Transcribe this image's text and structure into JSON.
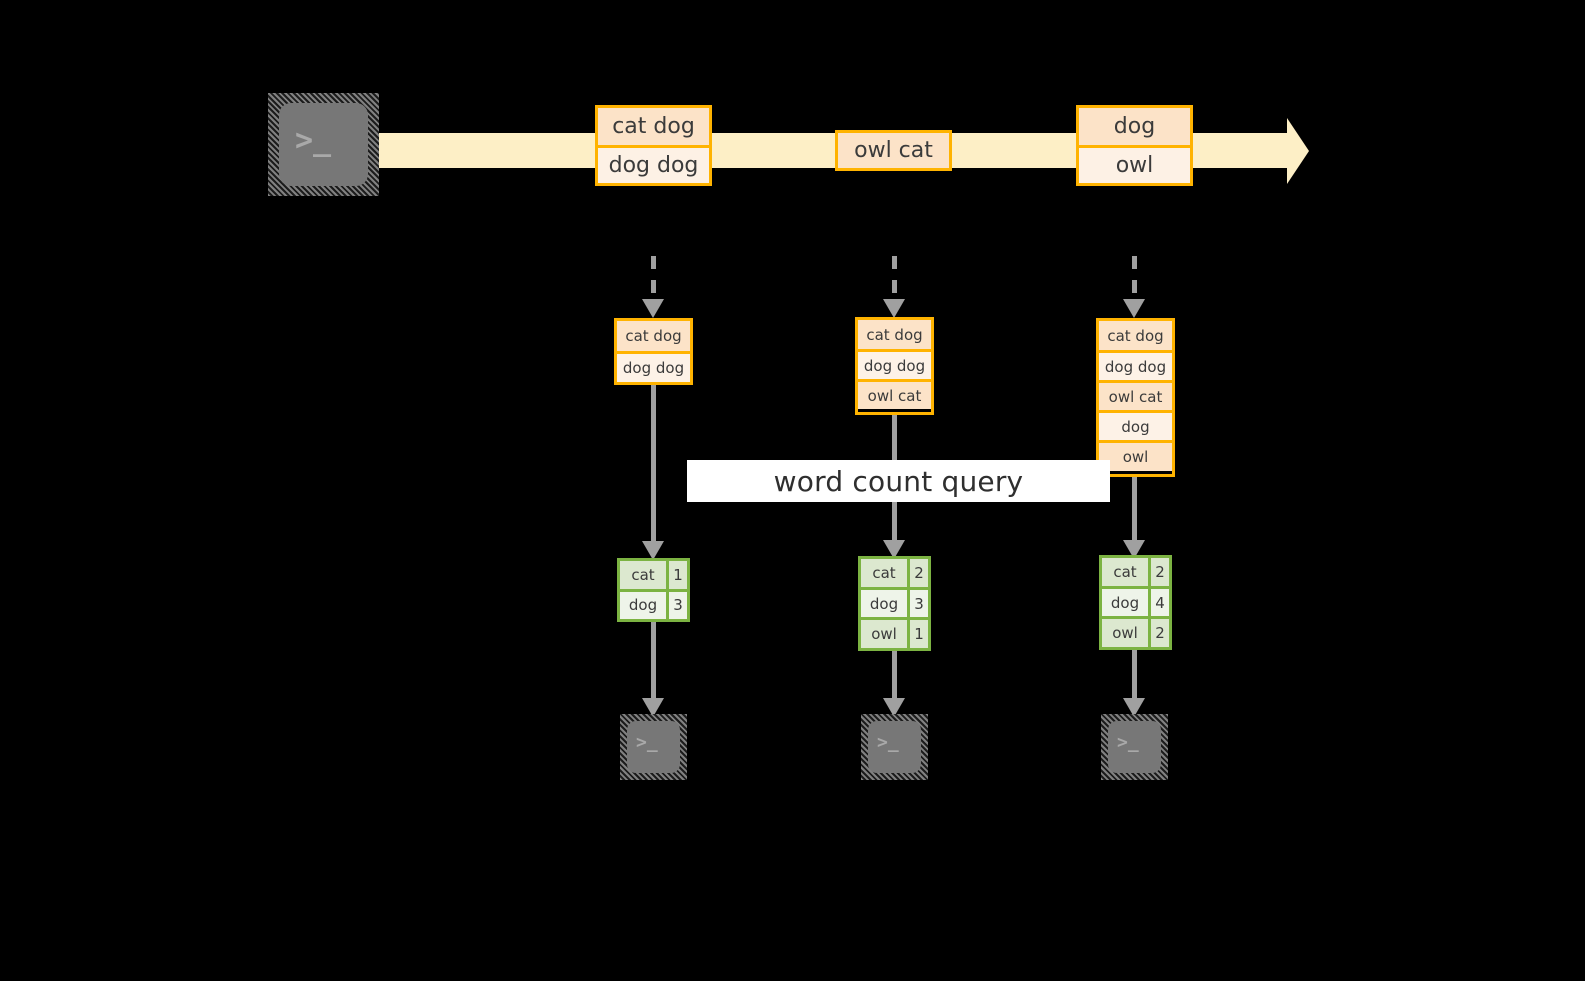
{
  "diagram": {
    "title_label": "word count query",
    "colors": {
      "background": "#000000",
      "stream_band": "#FDEFC6",
      "amber_border": "#FFB300",
      "amber_cell_dark": "#FCE3C8",
      "amber_cell_light": "#FDF1E5",
      "green_border": "#7CB342",
      "green_cell_dark": "#DCE8CF",
      "green_cell_light": "#EEF4E9",
      "arrow_gray": "#A0A0A0",
      "terminal_face": "#777777",
      "label_background": "#FFFFFF"
    }
  },
  "source": {
    "terminal_icon": "terminal-icon",
    "prompt_glyph": ">_"
  },
  "stream": {
    "events": [
      {
        "id": "event-1",
        "lines": [
          {
            "text": "cat dog",
            "shade": "dark"
          },
          {
            "text": "dog dog",
            "shade": "light"
          }
        ]
      },
      {
        "id": "event-2",
        "lines": [
          {
            "text": "owl cat",
            "shade": "dark"
          }
        ]
      },
      {
        "id": "event-3",
        "lines": [
          {
            "text": "dog",
            "shade": "dark"
          },
          {
            "text": "owl",
            "shade": "light"
          }
        ]
      }
    ]
  },
  "snapshots": [
    {
      "id": "snapshot-1",
      "rows": [
        {
          "text": "cat dog",
          "shade": "dark"
        },
        {
          "text": "dog dog",
          "shade": "light"
        }
      ]
    },
    {
      "id": "snapshot-2",
      "rows": [
        {
          "text": "cat dog",
          "shade": "dark"
        },
        {
          "text": "dog dog",
          "shade": "light"
        },
        {
          "text": "owl cat",
          "shade": "dark"
        }
      ]
    },
    {
      "id": "snapshot-3",
      "rows": [
        {
          "text": "cat dog",
          "shade": "dark"
        },
        {
          "text": "dog dog",
          "shade": "light"
        },
        {
          "text": "owl cat",
          "shade": "dark"
        },
        {
          "text": "dog",
          "shade": "light"
        },
        {
          "text": "owl",
          "shade": "dark"
        }
      ]
    }
  ],
  "results": [
    {
      "id": "result-1",
      "rows": [
        {
          "word": "cat",
          "count": "1",
          "shade": "dark"
        },
        {
          "word": "dog",
          "count": "3",
          "shade": "light"
        }
      ]
    },
    {
      "id": "result-2",
      "rows": [
        {
          "word": "cat",
          "count": "2",
          "shade": "dark"
        },
        {
          "word": "dog",
          "count": "3",
          "shade": "light"
        },
        {
          "word": "owl",
          "count": "1",
          "shade": "dark"
        }
      ]
    },
    {
      "id": "result-3",
      "rows": [
        {
          "word": "cat",
          "count": "2",
          "shade": "dark"
        },
        {
          "word": "dog",
          "count": "4",
          "shade": "light"
        },
        {
          "word": "owl",
          "count": "2",
          "shade": "dark"
        }
      ]
    }
  ],
  "sinks": [
    {
      "id": "sink-1",
      "prompt_glyph": ">_"
    },
    {
      "id": "sink-2",
      "prompt_glyph": ">_"
    },
    {
      "id": "sink-3",
      "prompt_glyph": ">_"
    }
  ]
}
